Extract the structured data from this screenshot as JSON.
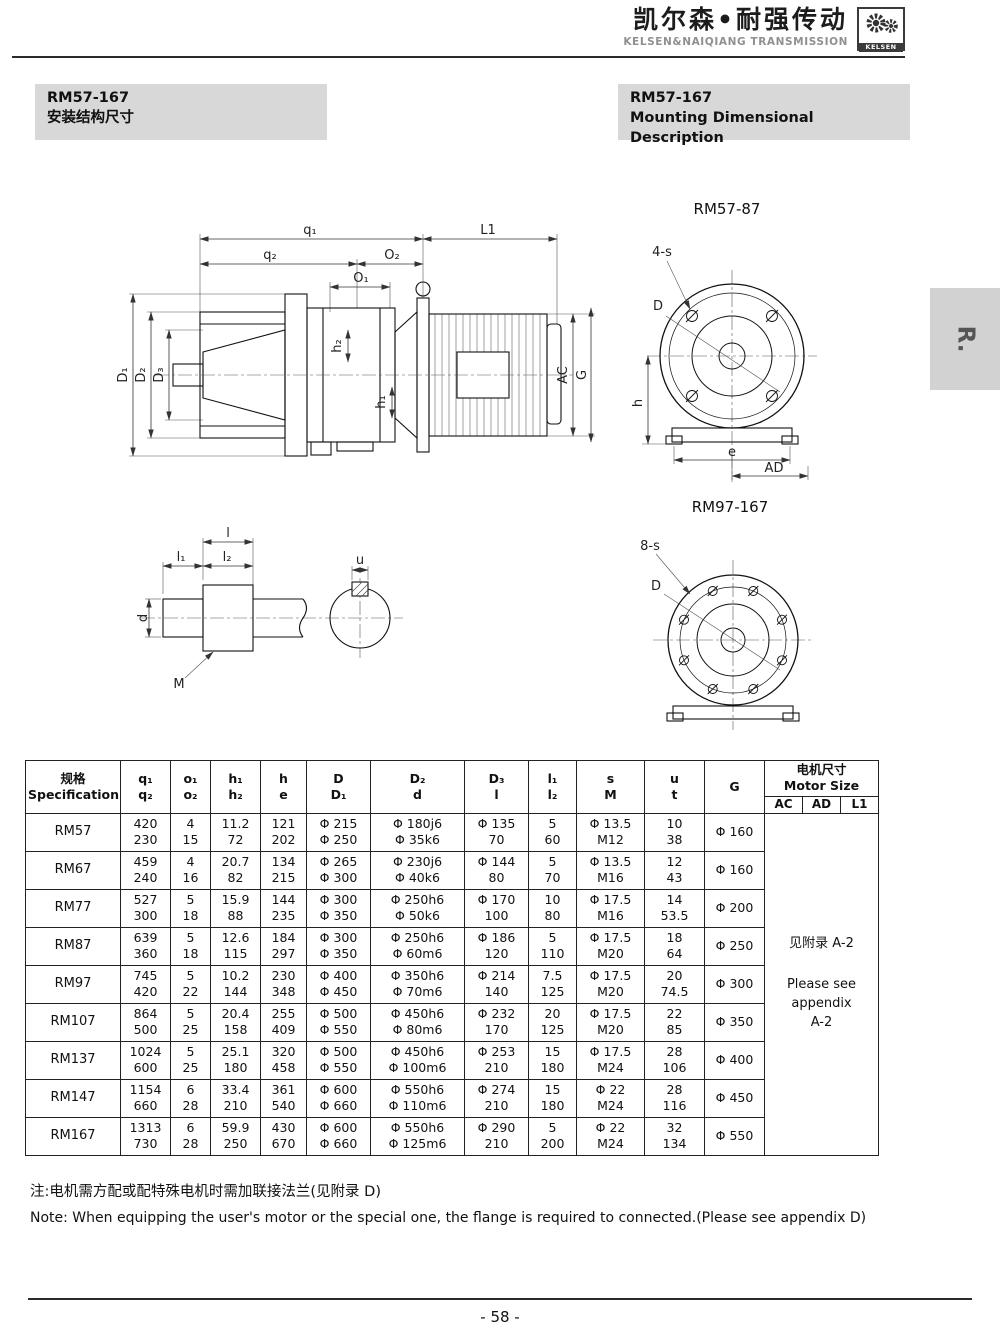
{
  "header": {
    "brand_cn": "凯尔森•耐强传动",
    "brand_en": "KELSEN&NAIQIANG TRANSMISSION",
    "logo_text": "KELSEN"
  },
  "titles": {
    "left_model": "RM57-167",
    "left_subtitle": "安装结构尺寸",
    "right_model": "RM57-167",
    "right_subtitle": "Mounting Dimensional Description"
  },
  "side_tab": "R.",
  "drawings": {
    "main": {
      "q1": "q₁",
      "q2": "q₂",
      "o1": "O₁",
      "o2": "O₂",
      "L1": "L1",
      "d1": "D₁",
      "d2": "D₂",
      "d3": "D₃",
      "h1": "h₁",
      "h2": "h₂",
      "ac": "AC",
      "g": "G"
    },
    "flange_small": {
      "title": "RM57-87",
      "bolts": "4-s",
      "D": "D",
      "h": "h",
      "e": "e",
      "ad": "AD"
    },
    "flange_large": {
      "title": "RM97-167",
      "bolts": "8-s",
      "D": "D"
    },
    "shaft": {
      "l": "l",
      "l1": "l₁",
      "l2": "l₂",
      "d": "d",
      "m": "M",
      "u": "u"
    }
  },
  "table": {
    "columns": [
      {
        "key": "spec",
        "top": [
          "规格",
          "Specification"
        ]
      },
      {
        "key": "q",
        "top": [
          "q₁",
          "q₂"
        ]
      },
      {
        "key": "o",
        "top": [
          "o₁",
          "o₂"
        ]
      },
      {
        "key": "h12",
        "top": [
          "h₁",
          "h₂"
        ]
      },
      {
        "key": "he",
        "top": [
          "h",
          "e"
        ]
      },
      {
        "key": "dd1",
        "top": [
          "D",
          "D₁"
        ]
      },
      {
        "key": "d2d",
        "top": [
          "D₂",
          "d"
        ]
      },
      {
        "key": "d3l",
        "top": [
          "D₃",
          "l"
        ]
      },
      {
        "key": "l12",
        "top": [
          "l₁",
          "l₂"
        ]
      },
      {
        "key": "sm",
        "top": [
          "s",
          "M"
        ]
      },
      {
        "key": "ut",
        "top": [
          "u",
          "t"
        ]
      },
      {
        "key": "g",
        "top": [
          "G"
        ]
      },
      {
        "key": "motor",
        "top": [
          "电机尺寸",
          "Motor Size"
        ],
        "sub": [
          "AC",
          "AD",
          "L1"
        ]
      }
    ],
    "rows": [
      {
        "spec": "RM57",
        "cells": {
          "q": [
            "420",
            "230"
          ],
          "o": [
            "4",
            "15"
          ],
          "h12": [
            "11.2",
            "72"
          ],
          "he": [
            "121",
            "202"
          ],
          "dd1": [
            "Φ 215",
            "Φ 250"
          ],
          "d2d": [
            "Φ 180j6",
            "Φ 35k6"
          ],
          "d3l": [
            "Φ 135",
            "70"
          ],
          "l12": [
            "5",
            "60"
          ],
          "sm": [
            "Φ 13.5",
            "M12"
          ],
          "ut": [
            "10",
            "38"
          ],
          "g": "Φ 160"
        }
      },
      {
        "spec": "RM67",
        "cells": {
          "q": [
            "459",
            "240"
          ],
          "o": [
            "4",
            "16"
          ],
          "h12": [
            "20.7",
            "82"
          ],
          "he": [
            "134",
            "215"
          ],
          "dd1": [
            "Φ 265",
            "Φ 300"
          ],
          "d2d": [
            "Φ 230j6",
            "Φ 40k6"
          ],
          "d3l": [
            "Φ 144",
            "80"
          ],
          "l12": [
            "5",
            "70"
          ],
          "sm": [
            "Φ 13.5",
            "M16"
          ],
          "ut": [
            "12",
            "43"
          ],
          "g": "Φ 160"
        }
      },
      {
        "spec": "RM77",
        "cells": {
          "q": [
            "527",
            "300"
          ],
          "o": [
            "5",
            "18"
          ],
          "h12": [
            "15.9",
            "88"
          ],
          "he": [
            "144",
            "235"
          ],
          "dd1": [
            "Φ 300",
            "Φ 350"
          ],
          "d2d": [
            "Φ 250h6",
            "Φ 50k6"
          ],
          "d3l": [
            "Φ 170",
            "100"
          ],
          "l12": [
            "10",
            "80"
          ],
          "sm": [
            "Φ 17.5",
            "M16"
          ],
          "ut": [
            "14",
            "53.5"
          ],
          "g": "Φ 200"
        }
      },
      {
        "spec": "RM87",
        "cells": {
          "q": [
            "639",
            "360"
          ],
          "o": [
            "5",
            "18"
          ],
          "h12": [
            "12.6",
            "115"
          ],
          "he": [
            "184",
            "297"
          ],
          "dd1": [
            "Φ 300",
            "Φ 350"
          ],
          "d2d": [
            "Φ 250h6",
            "Φ 60m6"
          ],
          "d3l": [
            "Φ 186",
            "120"
          ],
          "l12": [
            "5",
            "110"
          ],
          "sm": [
            "Φ 17.5",
            "M20"
          ],
          "ut": [
            "18",
            "64"
          ],
          "g": "Φ 250"
        }
      },
      {
        "spec": "RM97",
        "cells": {
          "q": [
            "745",
            "420"
          ],
          "o": [
            "5",
            "22"
          ],
          "h12": [
            "10.2",
            "144"
          ],
          "he": [
            "230",
            "348"
          ],
          "dd1": [
            "Φ 400",
            "Φ 450"
          ],
          "d2d": [
            "Φ 350h6",
            "Φ 70m6"
          ],
          "d3l": [
            "Φ 214",
            "140"
          ],
          "l12": [
            "7.5",
            "125"
          ],
          "sm": [
            "Φ 17.5",
            "M20"
          ],
          "ut": [
            "20",
            "74.5"
          ],
          "g": "Φ 300"
        }
      },
      {
        "spec": "RM107",
        "cells": {
          "q": [
            "864",
            "500"
          ],
          "o": [
            "5",
            "25"
          ],
          "h12": [
            "20.4",
            "158"
          ],
          "he": [
            "255",
            "409"
          ],
          "dd1": [
            "Φ 500",
            "Φ 550"
          ],
          "d2d": [
            "Φ 450h6",
            "Φ 80m6"
          ],
          "d3l": [
            "Φ 232",
            "170"
          ],
          "l12": [
            "20",
            "125"
          ],
          "sm": [
            "Φ 17.5",
            "M20"
          ],
          "ut": [
            "22",
            "85"
          ],
          "g": "Φ 350"
        }
      },
      {
        "spec": "RM137",
        "cells": {
          "q": [
            "1024",
            "600"
          ],
          "o": [
            "5",
            "25"
          ],
          "h12": [
            "25.1",
            "180"
          ],
          "he": [
            "320",
            "458"
          ],
          "dd1": [
            "Φ 500",
            "Φ 550"
          ],
          "d2d": [
            "Φ 450h6",
            "Φ 100m6"
          ],
          "d3l": [
            "Φ 253",
            "210"
          ],
          "l12": [
            "15",
            "180"
          ],
          "sm": [
            "Φ 17.5",
            "M24"
          ],
          "ut": [
            "28",
            "106"
          ],
          "g": "Φ 400"
        }
      },
      {
        "spec": "RM147",
        "cells": {
          "q": [
            "1154",
            "660"
          ],
          "o": [
            "6",
            "28"
          ],
          "h12": [
            "33.4",
            "210"
          ],
          "he": [
            "361",
            "540"
          ],
          "dd1": [
            "Φ 600",
            "Φ 660"
          ],
          "d2d": [
            "Φ 550h6",
            "Φ 110m6"
          ],
          "d3l": [
            "Φ 274",
            "210"
          ],
          "l12": [
            "15",
            "180"
          ],
          "sm": [
            "Φ 22",
            "M24"
          ],
          "ut": [
            "28",
            "116"
          ],
          "g": "Φ 450"
        }
      },
      {
        "spec": "RM167",
        "cells": {
          "q": [
            "1313",
            "730"
          ],
          "o": [
            "6",
            "28"
          ],
          "h12": [
            "59.9",
            "250"
          ],
          "he": [
            "430",
            "670"
          ],
          "dd1": [
            "Φ 600",
            "Φ 660"
          ],
          "d2d": [
            "Φ 550h6",
            "Φ 125m6"
          ],
          "d3l": [
            "Φ 290",
            "210"
          ],
          "l12": [
            "5",
            "200"
          ],
          "sm": [
            "Φ 22",
            "M24"
          ],
          "ut": [
            "32",
            "134"
          ],
          "g": "Φ 550"
        }
      }
    ],
    "motor_note": [
      "见附录 A-2",
      "Please see",
      "appendix",
      "A-2"
    ]
  },
  "notes": {
    "cn": "注:电机需方配或配特殊电机时需加联接法兰(见附录 D)",
    "en": "Note: When equipping the user's motor or the special one, the flange is required to connected.(Please see appendix D)"
  },
  "page_number": "- 58 -"
}
